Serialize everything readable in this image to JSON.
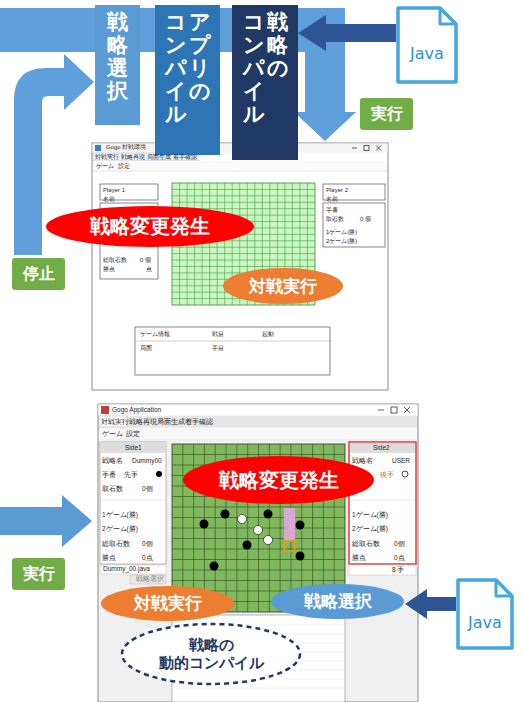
{
  "diagram": {
    "nodes": [
      {
        "text": [
          "戦略選択"
        ]
      },
      {
        "text": [
          "アプリの",
          "コンパイル"
        ]
      },
      {
        "text": [
          "戦略の",
          "コンパイル"
        ]
      },
      {
        "text": [
          "Java"
        ]
      },
      {
        "text": [
          "実行"
        ]
      },
      {
        "text": [
          "停止"
        ]
      },
      {
        "text": [
          "戦略変更発生"
        ]
      },
      {
        "text": [
          "対戦実行"
        ]
      },
      {
        "text": [
          "戦略変更発生"
        ]
      },
      {
        "text": [
          "実行"
        ]
      },
      {
        "text": [
          "対戦実行"
        ]
      },
      {
        "text": [
          "戦略選択"
        ]
      },
      {
        "text": [
          "Java"
        ]
      },
      {
        "text": [
          "戦略の 動的コンパイル"
        ]
      }
    ],
    "edges": [
      {
        "from": 3,
        "to": 2,
        "arrow": "to"
      },
      {
        "from": 12,
        "to": 11,
        "arrow": "to"
      }
    ],
    "labels": [
      "Gogo 対戦環境",
      "対戦実行",
      "戦略再現",
      "局面生成",
      "着手確認",
      "ゲーム",
      "設定",
      "Player 1",
      "名前",
      "総取石数",
      "0 個",
      "勝点",
      "点",
      "Player 2",
      "名前",
      "手番",
      "取石数",
      "0 個",
      "1ゲーム(勝)",
      "2ゲーム(勝)",
      "ゲーム情報",
      "戦目",
      "起動",
      "局面",
      "手目",
      "Gogo Application",
      "対戦実行",
      "戦略再現",
      "局面生成",
      "着手確認",
      "ゲーム",
      "設定",
      "Side1",
      "戦略名",
      "Dummy00",
      "手番",
      "先手",
      "取石数",
      "0個",
      "1ゲーム(勝)",
      "2ゲーム(勝)",
      "総取石数",
      "0個",
      "勝点",
      "0点",
      "Dummy_00.java",
      "戦略選択",
      "Side2",
      "戦略名",
      "USER",
      "後手",
      "1ゲーム(勝)",
      "2ゲーム(勝)",
      "総取石数",
      "0個",
      "勝点",
      "0点",
      "8 手"
    ]
  }
}
